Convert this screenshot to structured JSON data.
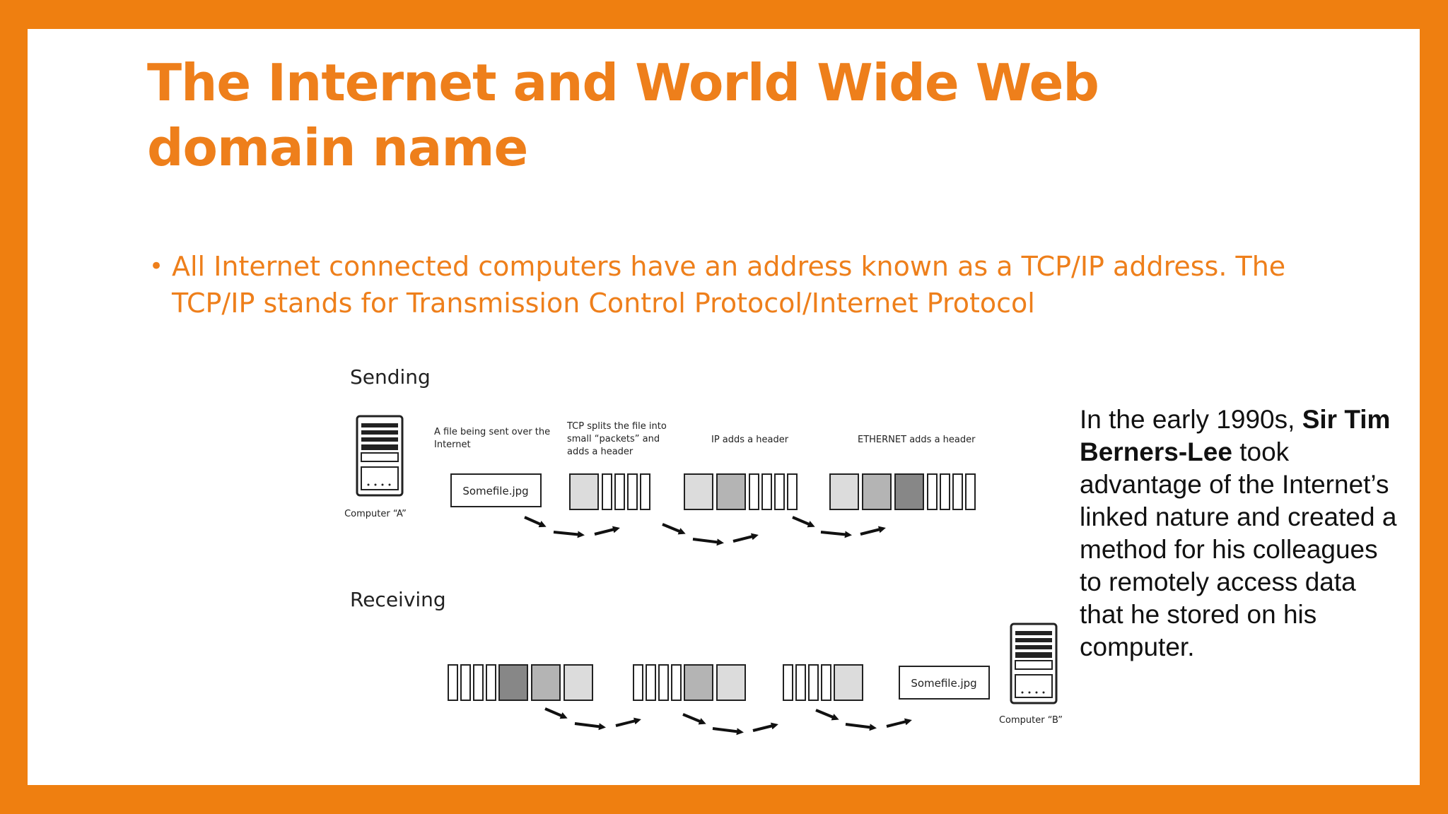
{
  "slide": {
    "title": "The Internet and World Wide Web domain name",
    "bullet": "All Internet connected computers have an address known as a TCP/IP address. The TCP/IP stands for Transmission Control Protocol/Internet Protocol",
    "bullet_marker": "•"
  },
  "diagram": {
    "sending_label": "Sending",
    "receiving_label": "Receiving",
    "computer_a_label": "Computer “A”",
    "computer_b_label": "Computer “B”",
    "file_name": "Somefile.jpg",
    "step1_caption": [
      "A file being sent over the",
      "Internet"
    ],
    "step2_caption": [
      "TCP splits the file into",
      "small “packets” and",
      "adds a header"
    ],
    "step3_caption": "IP adds a header",
    "step4_caption": "ETHERNET adds a header"
  },
  "side_note": {
    "part1": "In the early 1990s, ",
    "bold": "Sir Tim Berners-Lee",
    "part2": " took advantage of the Internet’s linked nature and created a method for his colleagues to remotely access data that he stored on his computer."
  },
  "colors": {
    "frame": "#EF7F10",
    "accent_text": "#EE7F1B",
    "header_tcp": "#dcdcdc",
    "header_ip": "#b4b4b4",
    "header_ethernet": "#878787"
  }
}
